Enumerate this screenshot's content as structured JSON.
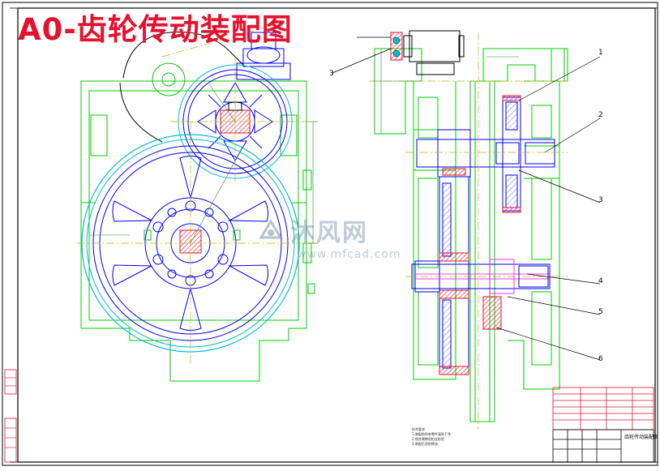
{
  "drawing": {
    "title": "A0-齿轮传动装配图",
    "watermark_brand": "沐风网",
    "watermark_url": "www.mfcad.com",
    "part_labels": [
      "1",
      "2",
      "3",
      "4",
      "5",
      "6"
    ],
    "callout_left": "3",
    "notes_heading": "技术要求",
    "notes_lines": [
      "1.装配前所有零件清洗干净",
      "2.啮合侧隙用铅丝检验",
      "3.装配后涂防锈油"
    ],
    "titleblock_name": "齿轮传动装配图"
  },
  "colors": {
    "outline": "#0000ff",
    "housing": "#00cc00",
    "gear": "#00bcd4",
    "centerline": "#c8b400",
    "hatch": "#e8112d",
    "dimension": "#2a8a2a",
    "frame": "#000000",
    "accent": "#ff00ff"
  }
}
